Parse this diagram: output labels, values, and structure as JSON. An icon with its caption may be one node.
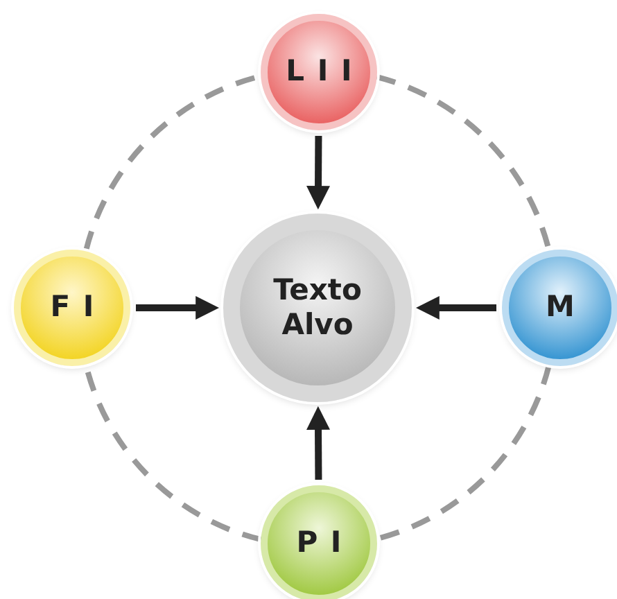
{
  "diagram": {
    "nodes": [
      {
        "text": [
          "L I I"
        ]
      },
      {
        "text": [
          "F I"
        ]
      },
      {
        "text": [
          "Texto Alvo"
        ]
      },
      {
        "text": [
          "M"
        ]
      },
      {
        "text": [
          "P I"
        ]
      }
    ],
    "edges": [
      {
        "from": 0,
        "to": 2,
        "arrow": "to"
      },
      {
        "from": 1,
        "to": 2,
        "arrow": "to"
      },
      {
        "from": 3,
        "to": 2,
        "arrow": "to"
      },
      {
        "from": 4,
        "to": 2,
        "arrow": "to"
      },
      {
        "from": 0,
        "to": 3,
        "arrow": "none",
        "style": "dashed",
        "color": "#999999"
      },
      {
        "from": 3,
        "to": 4,
        "arrow": "none",
        "style": "dashed",
        "color": "#999999"
      },
      {
        "from": 4,
        "to": 1,
        "arrow": "none",
        "style": "dashed",
        "color": "#999999"
      },
      {
        "from": 1,
        "to": 0,
        "arrow": "none",
        "style": "dashed",
        "color": "#999999"
      }
    ]
  }
}
